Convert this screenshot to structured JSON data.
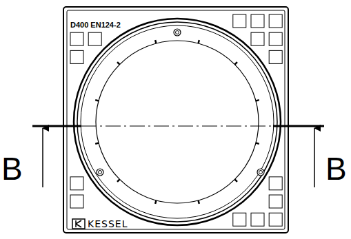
{
  "diagram": {
    "labels": [
      "D400 EN124-2",
      "KESSEL",
      "B",
      "B"
    ]
  }
}
